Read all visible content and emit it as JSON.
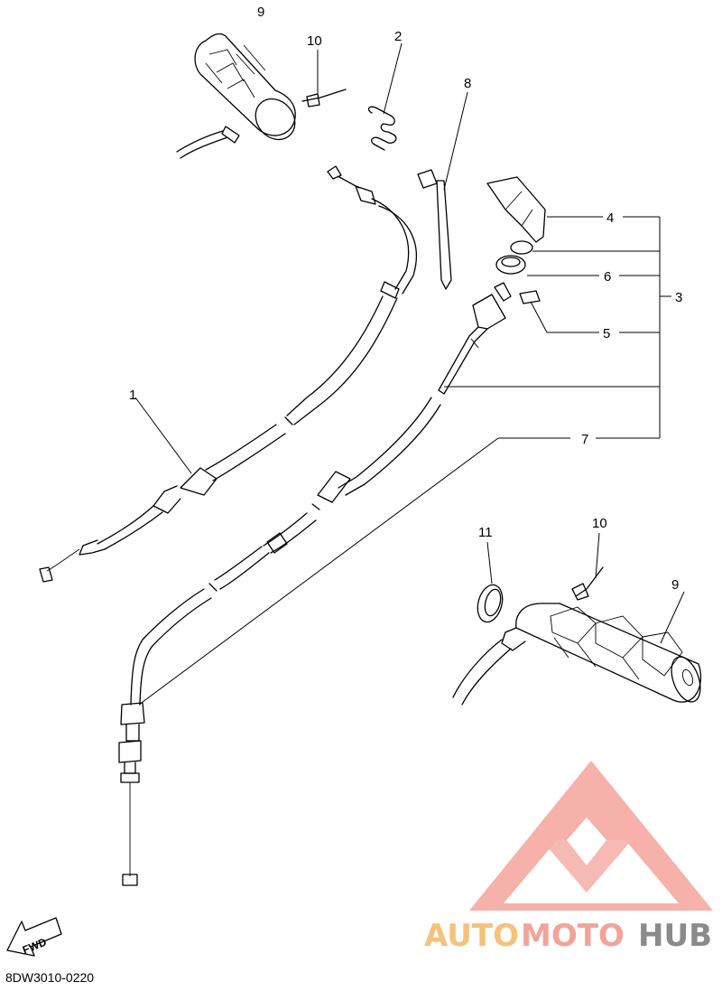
{
  "callouts": {
    "c1": "1",
    "c2": "2",
    "c3": "3",
    "c4": "4",
    "c5": "5",
    "c6": "6",
    "c7": "7",
    "c8": "8",
    "c9_top": "9",
    "c9_bottom": "9",
    "c10_top": "10",
    "c10_bottom": "10",
    "c11": "11"
  },
  "fwd_label": "FWD",
  "diagram_code": "8DW3010-0220",
  "watermark": {
    "auto": "AUTO",
    "moto": "MOTO",
    "hub": "HUB",
    "color_auto": "#f5c27a",
    "color_moto": "#f3a39a",
    "color_hub": "#8a8a8a",
    "color_logo": "#f08a80"
  }
}
